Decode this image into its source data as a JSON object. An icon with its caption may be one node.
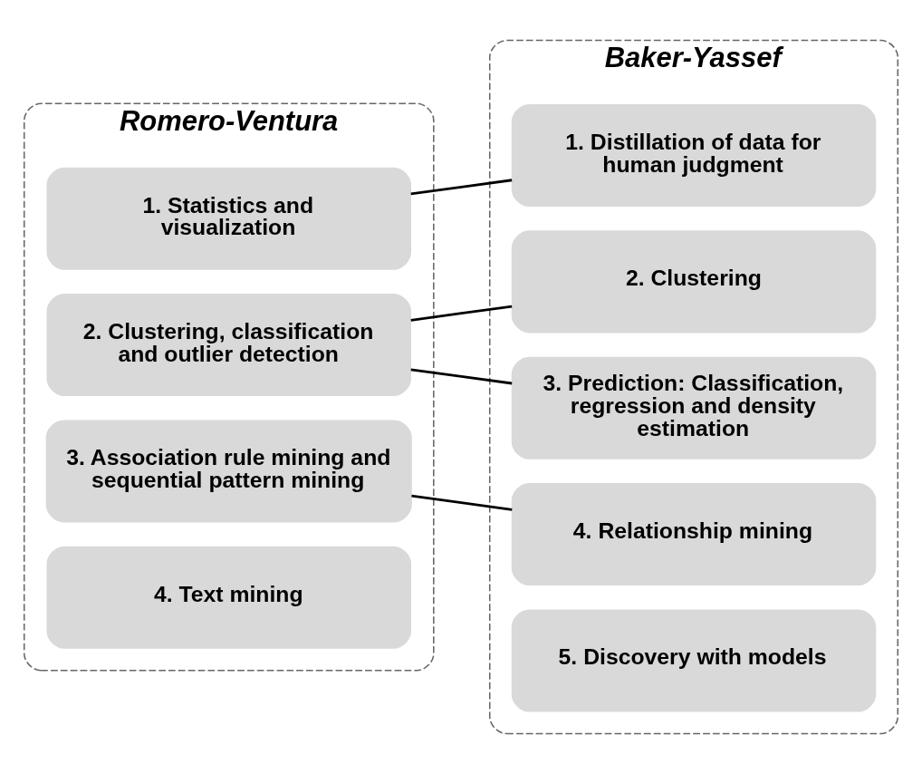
{
  "diagram": {
    "nodes": [
      {
        "text": [
          "Romero-Ventura"
        ]
      },
      {
        "text": [
          "1. Statistics and visualization"
        ],
        "in": 0
      },
      {
        "text": [
          "2. Clustering, classification and outlier detection"
        ],
        "in": 0
      },
      {
        "text": [
          "3. Association rule mining and sequential pattern mining"
        ],
        "in": 0
      },
      {
        "text": [
          "4. Text mining"
        ],
        "in": 0
      },
      {
        "text": [
          "Baker-Yassef"
        ]
      },
      {
        "text": [
          "1. Distillation of data for human judgment"
        ],
        "in": 5
      },
      {
        "text": [
          "2. Clustering"
        ],
        "in": 5
      },
      {
        "text": [
          "3. Prediction: Classification, regression and density estimation"
        ],
        "in": 5
      },
      {
        "text": [
          "4. Relationship mining"
        ],
        "in": 5
      },
      {
        "text": [
          "5. Discovery with models"
        ],
        "in": 5
      }
    ],
    "edges": [
      {
        "from": 1,
        "to": 6,
        "arrow": "none"
      },
      {
        "from": 2,
        "to": 7,
        "arrow": "none"
      },
      {
        "from": 2,
        "to": 8,
        "arrow": "none"
      },
      {
        "from": 3,
        "to": 9,
        "arrow": "none"
      }
    ]
  }
}
